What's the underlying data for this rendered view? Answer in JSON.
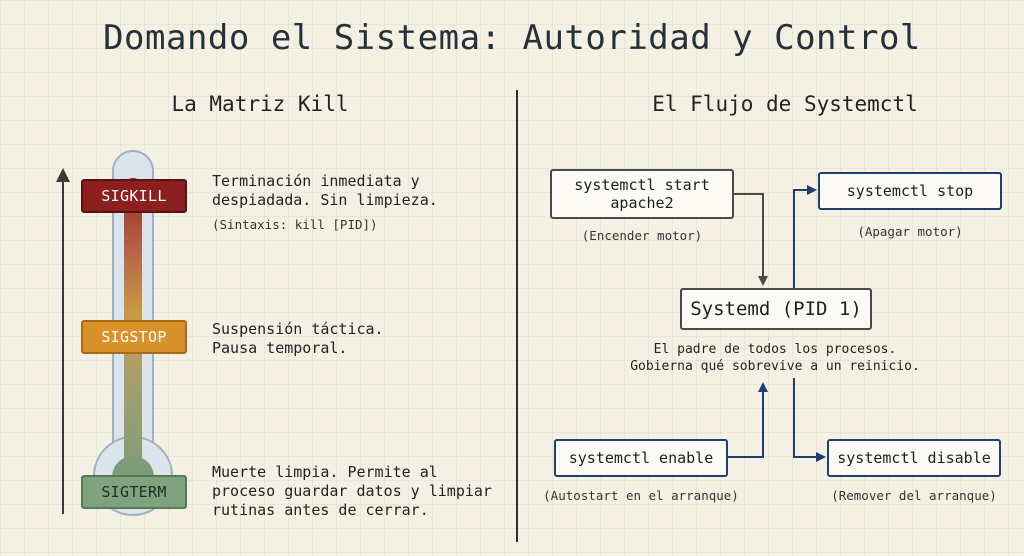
{
  "title": "Domando el Sistema: Autoridad y Control",
  "left": {
    "heading": "La Matriz Kill",
    "signals": [
      {
        "label": "SIGKILL",
        "desc_lines": [
          "Terminación inmediata y",
          "despiadada. Sin limpieza."
        ],
        "note": "(Sintaxis: kill [PID])",
        "color": "#8e1f1f"
      },
      {
        "label": "SIGSTOP",
        "desc_lines": [
          "Suspensión táctica.",
          "Pausa temporal."
        ],
        "color": "#d9922a"
      },
      {
        "label": "SIGTERM",
        "desc_lines": [
          "Muerte limpia. Permite al",
          "proceso guardar datos y limpiar",
          "rutinas antes de cerrar."
        ],
        "color": "#7ea37e"
      }
    ]
  },
  "right": {
    "heading": "El Flujo de Systemctl",
    "center": {
      "label": "Systemd (PID 1)",
      "desc_lines": [
        "El padre de todos los procesos.",
        "Gobierna qué sobrevive a un reinicio."
      ]
    },
    "nodes": {
      "start": {
        "label_lines": [
          "systemctl start",
          "apache2"
        ],
        "caption": "(Encender motor)"
      },
      "stop": {
        "label": "systemctl stop",
        "caption": "(Apagar motor)"
      },
      "enable": {
        "label": "systemctl enable",
        "caption": "(Autostart en el arranque)"
      },
      "disable": {
        "label": "systemctl disable",
        "caption": "(Remover del arranque)"
      }
    }
  },
  "colors": {
    "arrow_gray": "#4a4a4a",
    "arrow_blue": "#1f3f6e"
  }
}
